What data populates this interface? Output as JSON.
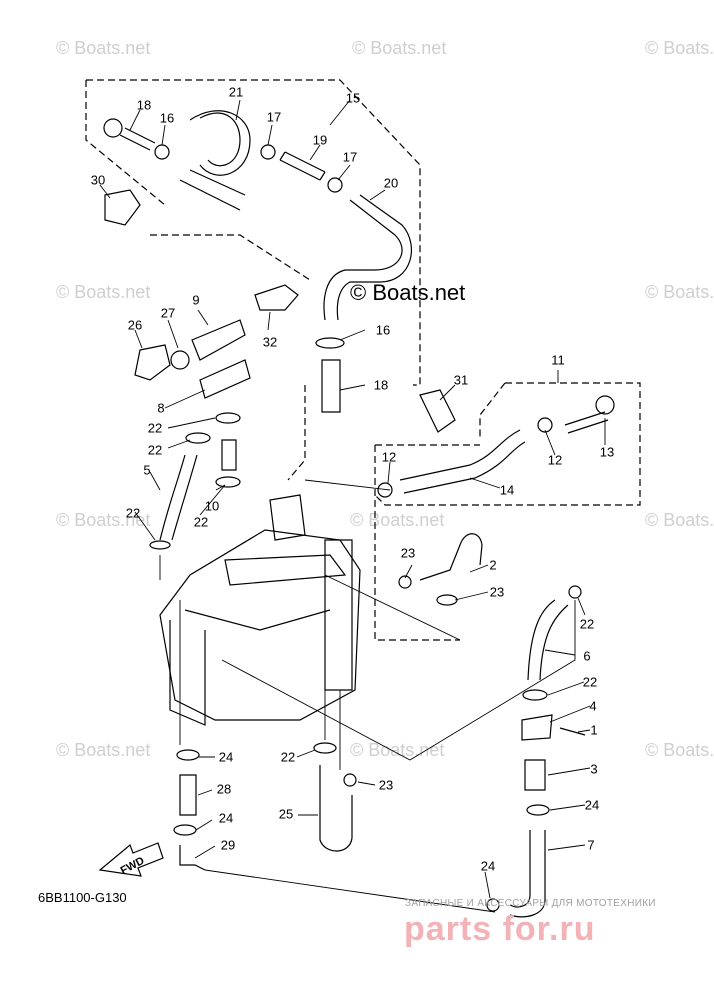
{
  "watermarks": {
    "text": "© Boats.net",
    "center_text": "© Boats.net"
  },
  "diagram_code": "6BB1100-G130",
  "fwd_label": "FWD",
  "footer": {
    "caption": "ЗАПАСНЫЕ И АКСЕССУАРЫ ДЛЯ МОТОТЕХНИКИ",
    "logo": "parts for.ru"
  },
  "callouts": [
    "21",
    "15",
    "18",
    "16",
    "17",
    "19",
    "17",
    "20",
    "30",
    "9",
    "27",
    "26",
    "32",
    "16",
    "18",
    "8",
    "31",
    "11",
    "22",
    "22",
    "12",
    "12",
    "13",
    "14",
    "5",
    "10",
    "22",
    "22",
    "23",
    "2",
    "23",
    "22",
    "6",
    "22",
    "4",
    "1",
    "3",
    "24",
    "22",
    "23",
    "28",
    "24",
    "25",
    "29",
    "24",
    "7"
  ]
}
